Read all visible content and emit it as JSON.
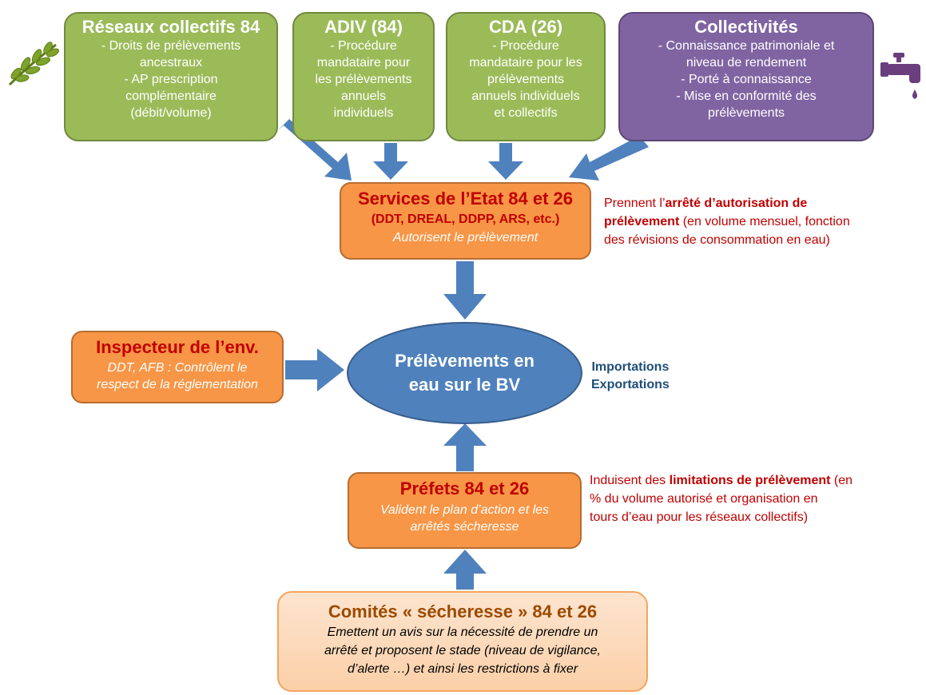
{
  "colors": {
    "green": "#9bbb59",
    "purple": "#8064a2",
    "orange": "#f79646",
    "blue": "#4f81bd",
    "peach": "#fcd5b4",
    "red_text": "#c00000"
  },
  "icons": {
    "left": "olive-branch-icon",
    "right": "water-tap-icon"
  },
  "top_boxes": [
    {
      "title": "Réseaux collectifs 84",
      "lines": [
        "- Droits de prélèvements",
        "ancestraux",
        "- AP prescription",
        "complémentaire",
        "(débit/volume)"
      ]
    },
    {
      "title": "ADIV (84)",
      "lines": [
        "- Procédure",
        "mandataire pour",
        "les prélèvements",
        "annuels",
        "individuels"
      ]
    },
    {
      "title": "CDA (26)",
      "lines": [
        "- Procédure",
        "mandataire pour les",
        "prélèvements",
        "annuels individuels",
        "et collectifs"
      ]
    },
    {
      "title": "Collectivités",
      "lines": [
        "- Connaissance patrimoniale et",
        "niveau de rendement",
        "- Porté à connaissance",
        "- Mise en conformité des",
        "prélèvements"
      ]
    }
  ],
  "services": {
    "title": "Services de l’Etat 84 et 26",
    "subtitle": "(DDT, DREAL, DDPP, ARS, etc.)",
    "italic": "Autorisent le prélèvement"
  },
  "services_note": {
    "l1_pre": "Prennent l’",
    "l1_bold": "arrêté d’autorisation de",
    "l2_bold": "prélèvement",
    "l2_post": " (en volume mensuel, fonction",
    "l3": "des révisions de consommation en eau)"
  },
  "inspecteur": {
    "title": "Inspecteur de l’env.",
    "lines": [
      "DDT, AFB : Contrôlent le",
      "respect de la réglementation"
    ]
  },
  "center": {
    "line1": "Prélèvements en",
    "line2": "eau sur le BV"
  },
  "import_export": {
    "line1": "Importations",
    "line2": "Exportations"
  },
  "prefets": {
    "title": "Préfets 84 et 26",
    "lines": [
      "Valident le plan d’action et les",
      "arrêtés sécheresse"
    ]
  },
  "prefets_note": {
    "l1_pre": "Induisent des ",
    "l1_bold": "limitations de prélèvement",
    "l1_post": " (en",
    "l2": "% du volume autorisé et organisation en",
    "l3": "tours d’eau pour les réseaux collectifs)"
  },
  "comites": {
    "title": "Comités « sécheresse » 84 et 26",
    "lines": [
      "Emettent un avis sur la nécessité de prendre un",
      "arrêté et proposent le stade (niveau de vigilance,",
      "d’alerte …) et ainsi les restrictions à fixer"
    ]
  }
}
